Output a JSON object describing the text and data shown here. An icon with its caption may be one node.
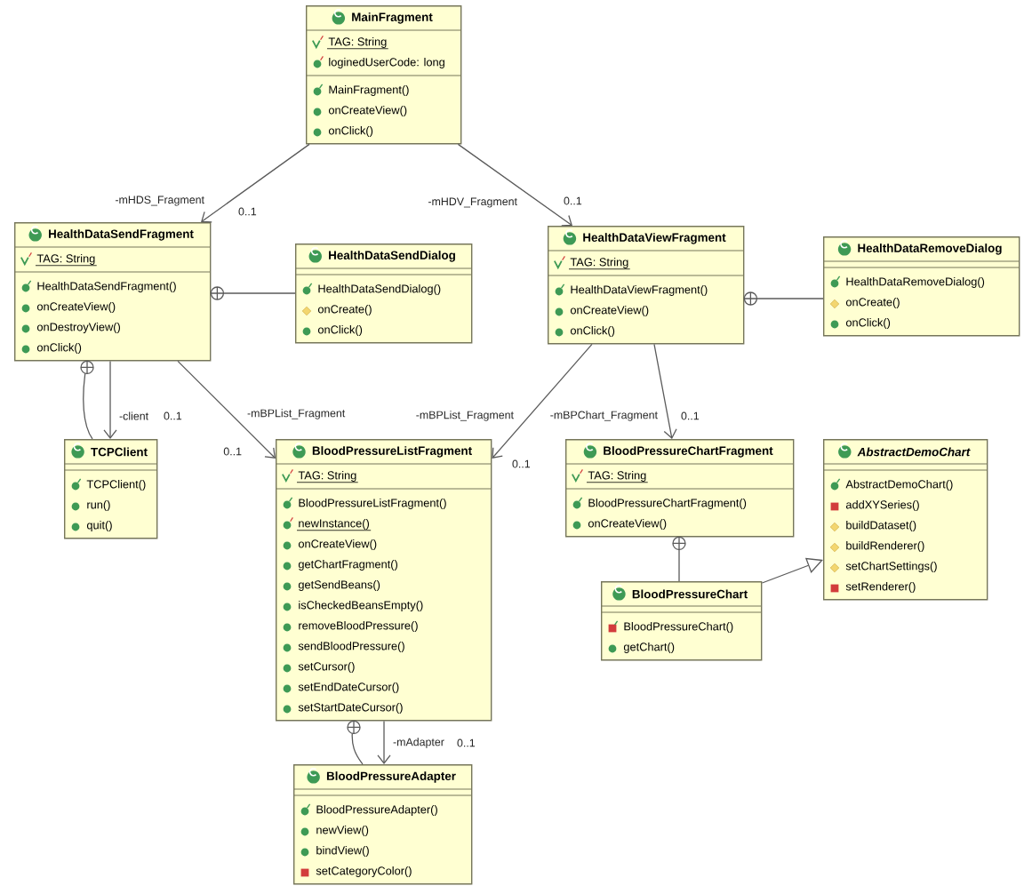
{
  "diagram": {
    "nodes": [
      {
        "text": [
          "MainFragment",
          "TAG: String",
          "loginedUserCode: long",
          "MainFragment()",
          "onCreateView()",
          "onClick()"
        ]
      },
      {
        "text": [
          "HealthDataSendFragment",
          "TAG: String",
          "HealthDataSendFragment()",
          "onCreateView()",
          "onDestroyView()",
          "onClick()"
        ]
      },
      {
        "text": [
          "HealthDataSendDialog",
          "HealthDataSendDialog()",
          "onCreate()",
          "onClick()"
        ]
      },
      {
        "text": [
          "HealthDataViewFragment",
          "TAG: String",
          "HealthDataViewFragment()",
          "onCreateView()",
          "onClick()"
        ]
      },
      {
        "text": [
          "HealthDataRemoveDialog",
          "HealthDataRemoveDialog()",
          "onCreate()",
          "onClick()"
        ]
      },
      {
        "text": [
          "TCPClient",
          "TCPClient()",
          "run()",
          "quit()"
        ]
      },
      {
        "text": [
          "BloodPressureListFragment",
          "TAG: String",
          "BloodPressureListFragment()",
          "newInstance()",
          "onCreateView()",
          "getChartFragment()",
          "getSendBeans()",
          "isCheckedBeansEmpty()",
          "removeBloodPressure()",
          "sendBloodPressure()",
          "setCursor()",
          "setEndDateCursor()",
          "setStartDateCursor()"
        ]
      },
      {
        "text": [
          "BloodPressureChartFragment",
          "TAG: String",
          "BloodPressureChartFragment()",
          "onCreateView()"
        ]
      },
      {
        "text": [
          "AbstractDemoChart",
          "AbstractDemoChart()",
          "addXYSeries()",
          "buildDataset()",
          "buildRenderer()",
          "setChartSettings()",
          "setRenderer()"
        ]
      },
      {
        "text": [
          "BloodPressureChart",
          "BloodPressureChart()",
          "getChart()"
        ]
      },
      {
        "text": [
          "BloodPressureAdapter",
          "BloodPressureAdapter()",
          "newView()",
          "bindView()",
          "setCategoryColor()"
        ]
      }
    ],
    "edges": [
      {
        "from": 0,
        "to": 1,
        "arrow": "to",
        "label": "-mHDS_Fragment"
      },
      {
        "from": 0,
        "to": 3,
        "arrow": "to",
        "label": "-mHDV_Fragment"
      },
      {
        "from": 1,
        "to": 2,
        "arrow": "other"
      },
      {
        "from": 1,
        "to": 5,
        "arrow": "other"
      },
      {
        "from": 1,
        "to": 5,
        "arrow": "to",
        "label": "-client"
      },
      {
        "from": 1,
        "to": 6,
        "arrow": "to",
        "label": "-mBPList_Fragment"
      },
      {
        "from": 3,
        "to": 4,
        "arrow": "other"
      },
      {
        "from": 3,
        "to": 6,
        "arrow": "to",
        "label": "-mBPList_Fragment"
      },
      {
        "from": 3,
        "to": 7,
        "arrow": "to",
        "label": "-mBPChart_Fragment"
      },
      {
        "from": 7,
        "to": 9,
        "arrow": "other"
      },
      {
        "from": 9,
        "to": 8,
        "arrow": "to"
      },
      {
        "from": 6,
        "to": 10,
        "arrow": "other"
      },
      {
        "from": 6,
        "to": 10,
        "arrow": "to",
        "label": "-mAdapter"
      }
    ],
    "labels": [
      "0..1",
      "0..1",
      "0..1",
      "0..1",
      "0..1",
      "0..1",
      "0..1"
    ]
  }
}
